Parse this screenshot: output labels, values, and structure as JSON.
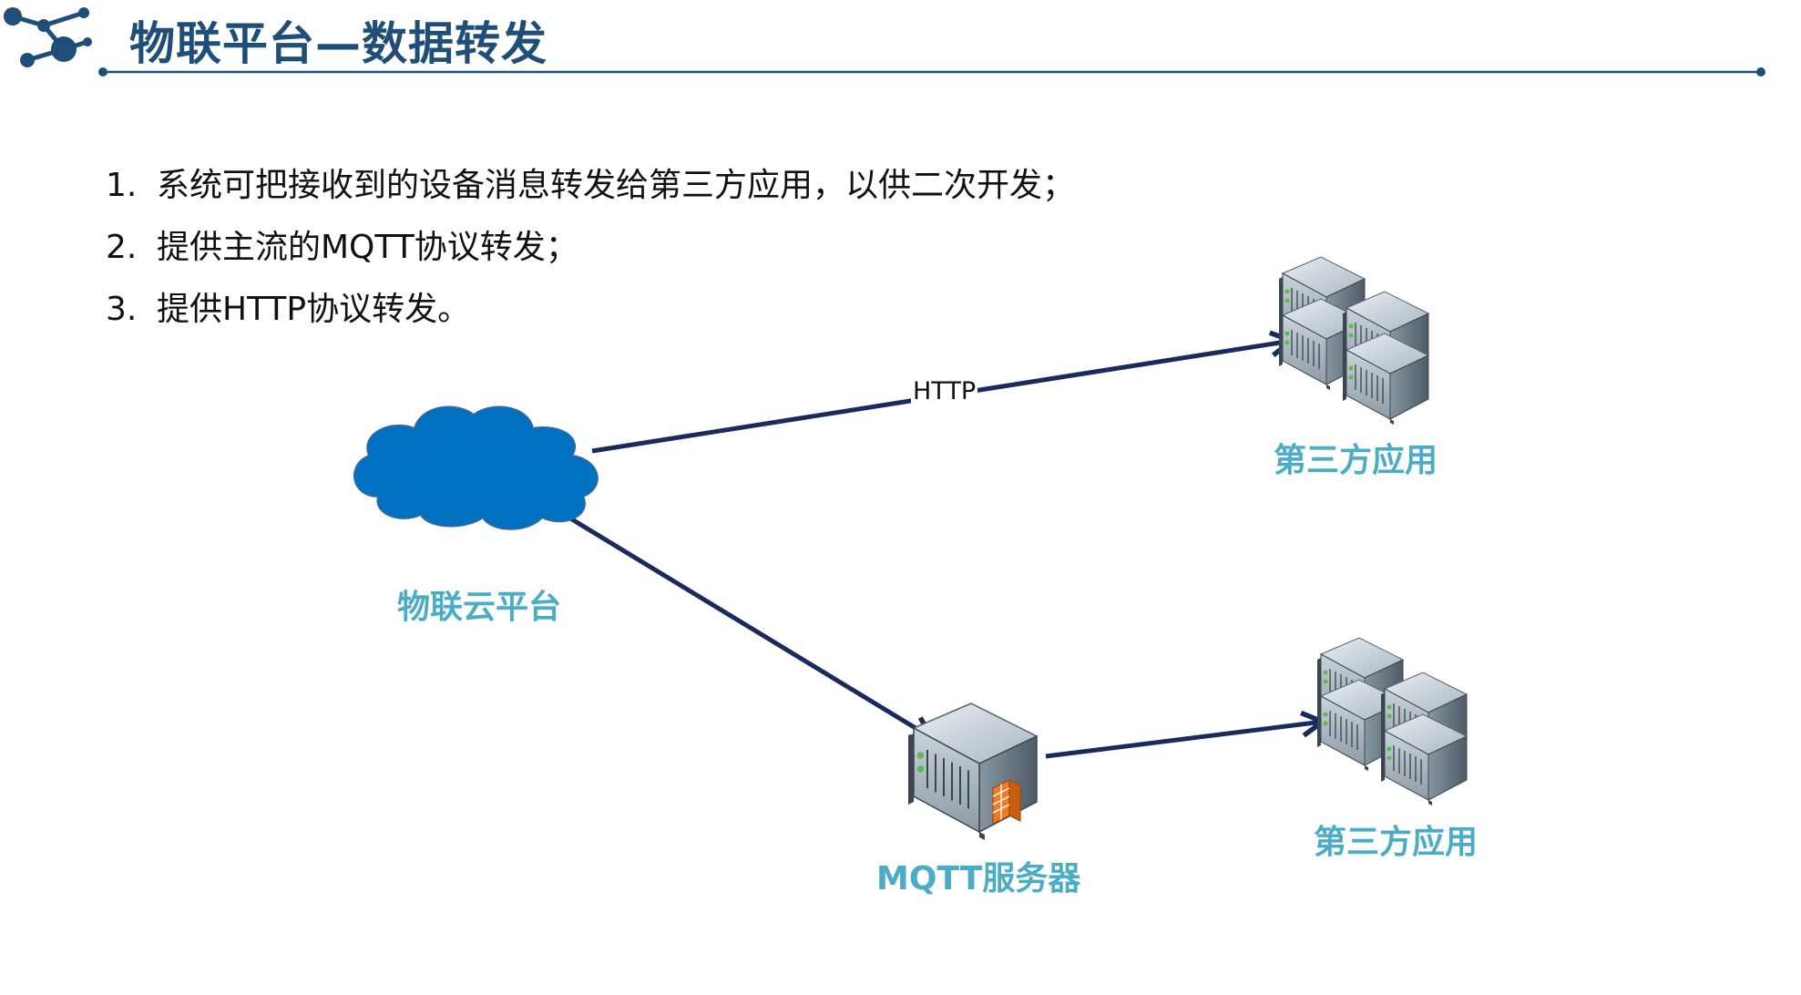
{
  "header": {
    "title": "物联平台—数据转发",
    "logo_icon": "network-nodes-icon"
  },
  "bullets": [
    {
      "num": "1.",
      "text": "系统可把接收到的设备消息转发给第三方应用，以供二次开发；"
    },
    {
      "num": "2.",
      "text": "提供主流的MQTT协议转发；"
    },
    {
      "num": "3.",
      "text": "提供HTTP协议转发。"
    }
  ],
  "diagram": {
    "nodes": {
      "cloud": {
        "label": "物联云平台",
        "icon": "cloud-icon"
      },
      "app_http": {
        "label": "第三方应用",
        "icon": "server-cluster-icon"
      },
      "mqtt_server": {
        "label": "MQTT服务器",
        "icon": "firewall-server-icon"
      },
      "app_mqtt": {
        "label": "第三方应用",
        "icon": "server-cluster-icon"
      }
    },
    "edges": {
      "http": {
        "label": "HTTP"
      }
    }
  },
  "colors": {
    "title": "#1f4e79",
    "node_label": "#4bacc6",
    "arrow": "#1a2a5e",
    "cloud": "#0070c0"
  }
}
